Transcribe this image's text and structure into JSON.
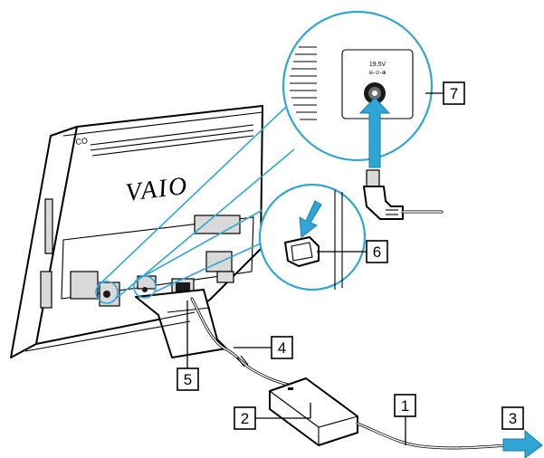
{
  "brand_logo": "VAIO",
  "port_label": {
    "voltage": "19.5V",
    "polarity_symbol": "⊖-⊙-⊕"
  },
  "callouts": [
    {
      "id": "1",
      "label": "1"
    },
    {
      "id": "2",
      "label": "2"
    },
    {
      "id": "3",
      "label": "3"
    },
    {
      "id": "4",
      "label": "4"
    },
    {
      "id": "5",
      "label": "5"
    },
    {
      "id": "6",
      "label": "6"
    },
    {
      "id": "7",
      "label": "7"
    }
  ],
  "colors": {
    "zoom_highlight": "#2fa6d6",
    "arrow": "#2fa6d6",
    "outline": "#000000"
  }
}
